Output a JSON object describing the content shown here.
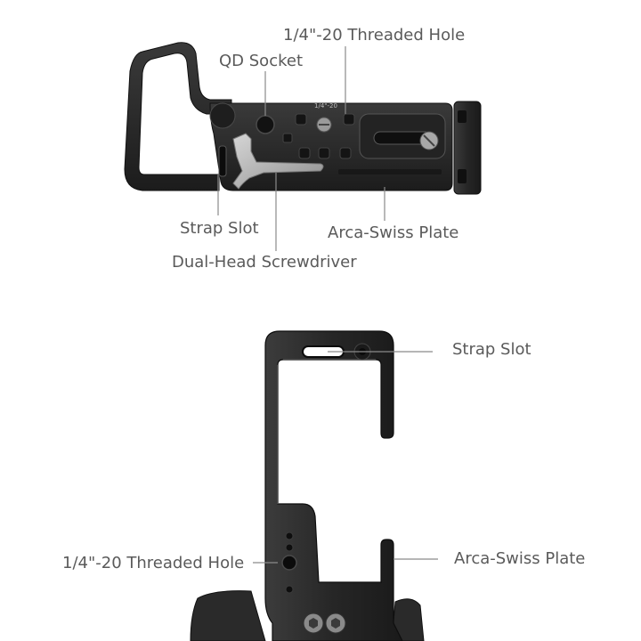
{
  "top_view": {
    "labels": {
      "threaded_hole": "1/4\"-20 Threaded Hole",
      "qd_socket": "QD Socket",
      "strap_slot": "Strap Slot",
      "arca_swiss_plate": "Arca-Swiss Plate",
      "screwdriver": "Dual-Head Screwdriver"
    },
    "engraving": "1/4\"-20"
  },
  "side_view": {
    "labels": {
      "strap_slot": "Strap Slot",
      "threaded_hole": "1/4\"-20 Threaded Hole",
      "arca_swiss_plate": "Arca-Swiss Plate"
    }
  },
  "colors": {
    "metal": "#2b2b2b",
    "metal_dark": "#161616",
    "metal_edge": "#4a4a4a",
    "screwdriver": "#b9b9b9",
    "leader_line": "#8a8a8a",
    "label_text": "#5a5a5a"
  }
}
